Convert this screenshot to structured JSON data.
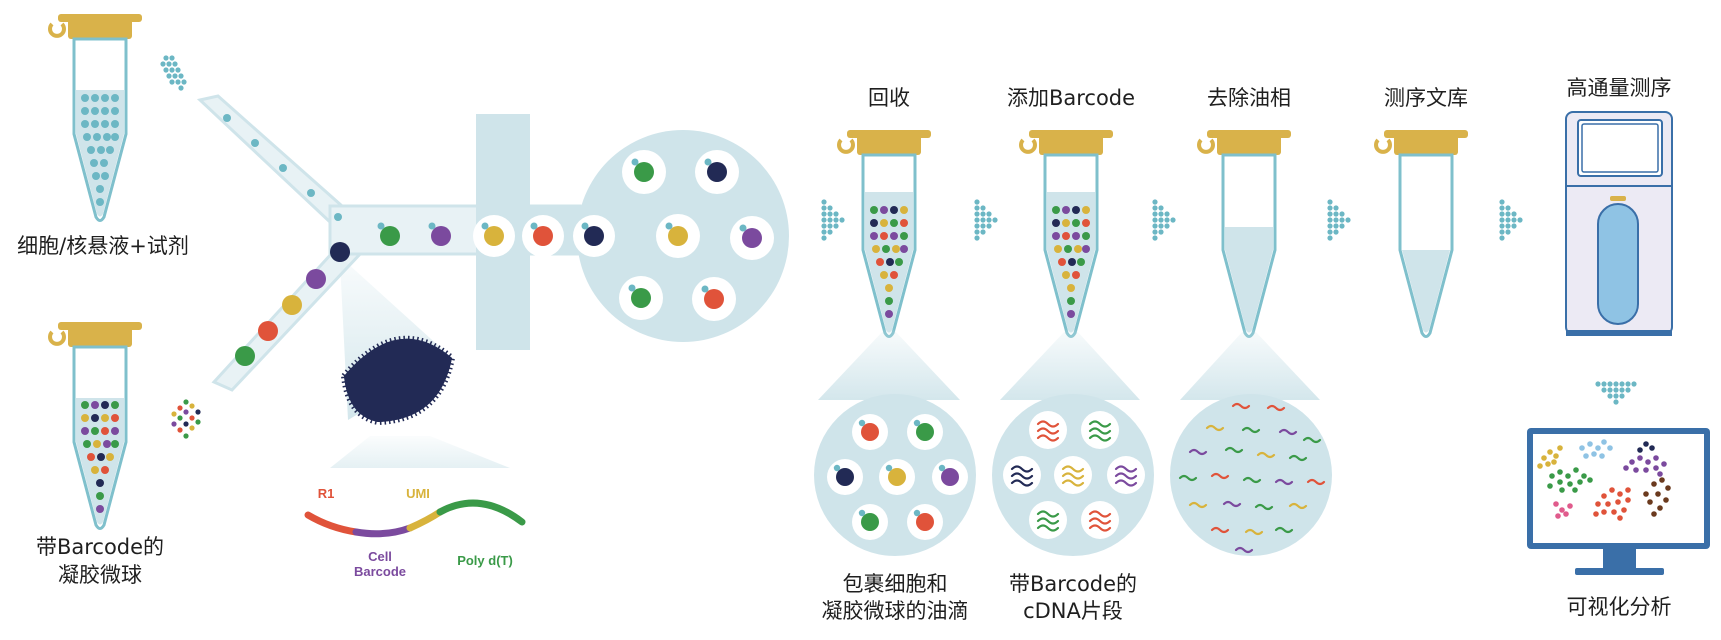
{
  "labels": {
    "cell_suspension": "细胞/核悬液+试剂",
    "beads_line1": "带Barcode的",
    "beads_line2": "凝胶微球",
    "step_recover": "回收",
    "step_add_barcode": "添加Barcode",
    "step_remove_oil": "去除油相",
    "step_library": "测序文库",
    "step_sequencing": "高通量测序",
    "droplet_line1": "包裹细胞和",
    "droplet_line2": "凝胶微球的油滴",
    "cdna_line1": "带Barcode的",
    "cdna_line2": "cDNA片段",
    "visualization": "可视化分析"
  },
  "sequence": {
    "r1": "R1",
    "umi": "UMI",
    "cell_barcode_line1": "Cell",
    "cell_barcode_line2": "Barcode",
    "poly_dt": "Poly d(T)"
  },
  "colors": {
    "tube_cap": "#d9b24a",
    "tube_outline": "#7fc0cc",
    "light_blue": "#cfe4ea",
    "red": "#e0533a",
    "purple": "#7b4a9e",
    "yellow": "#d8b33c",
    "navy": "#222a55",
    "green": "#3a9a48",
    "teal": "#6cb7c4",
    "text": "#1f1f1f"
  }
}
